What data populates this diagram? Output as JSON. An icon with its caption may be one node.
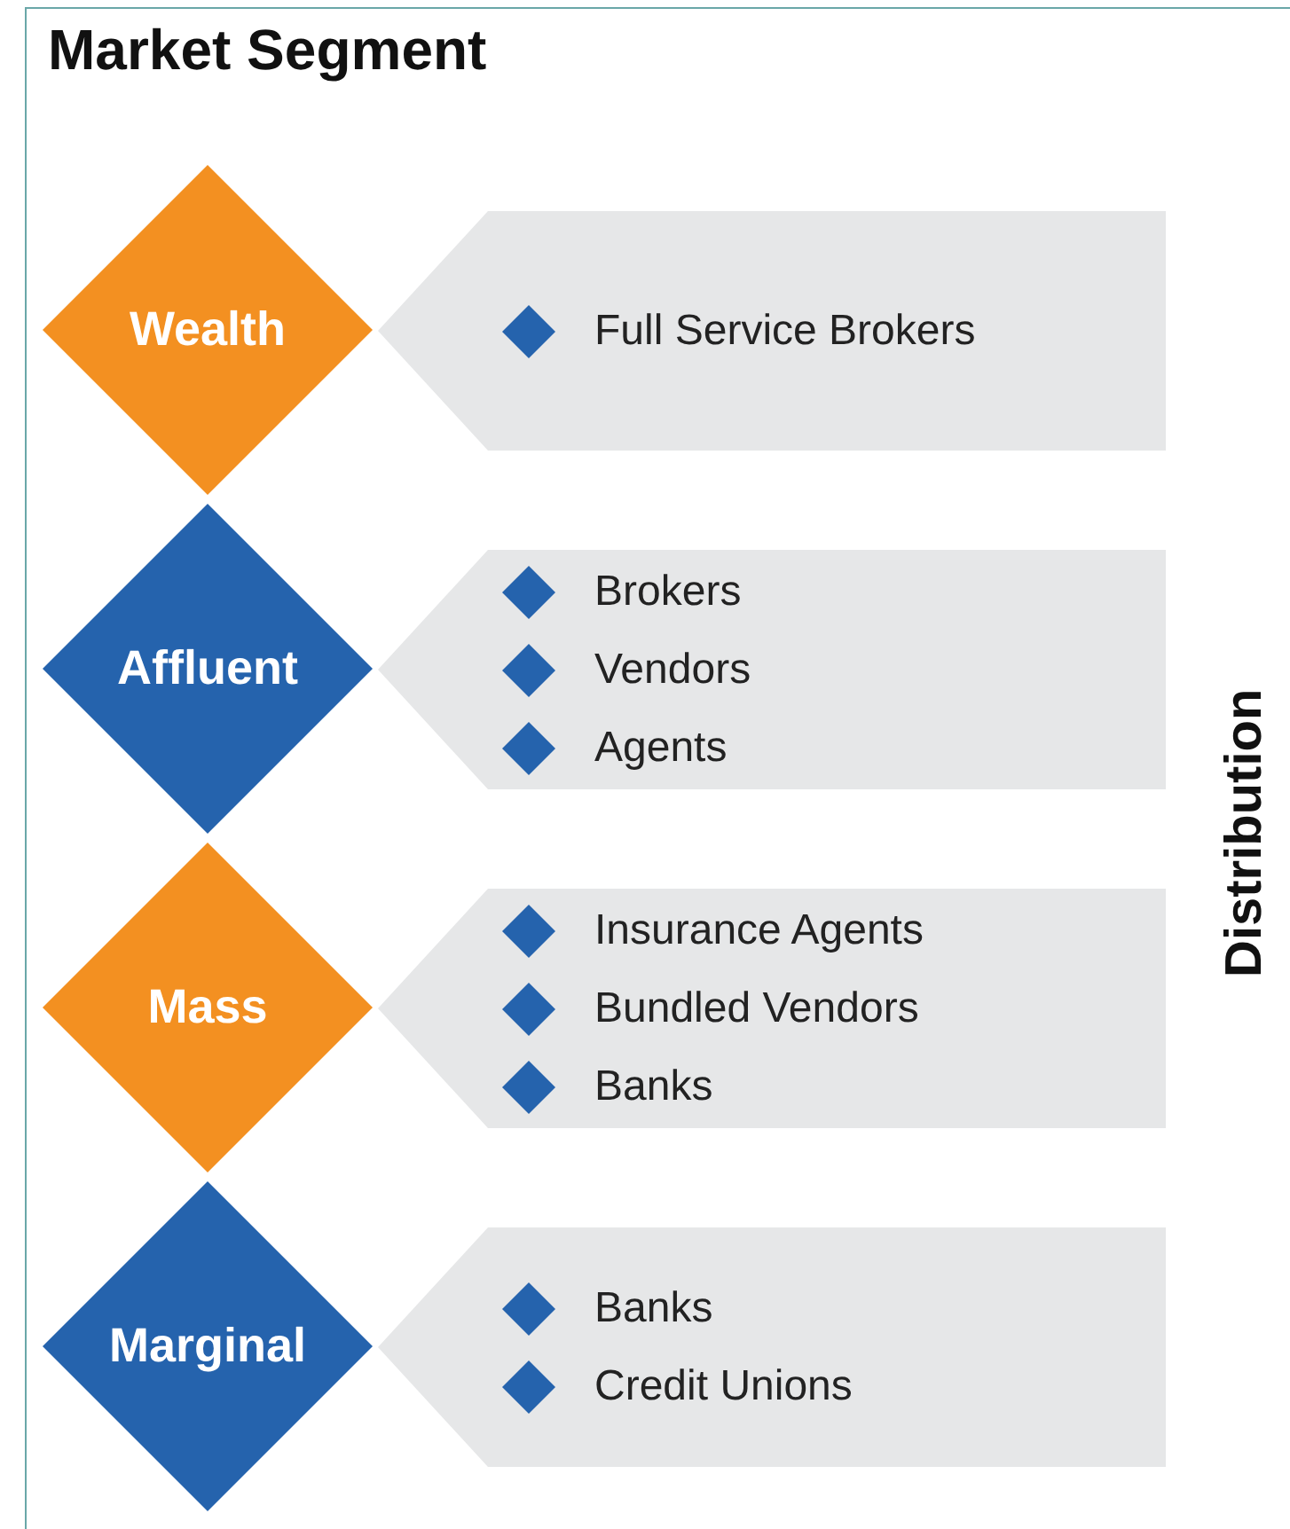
{
  "diagram": {
    "title": "Market Segment",
    "nodes": [
      {
        "text": [
          "Wealth"
        ]
      },
      {
        "text": [
          "Full Service Brokers"
        ]
      },
      {
        "text": [
          "Affluent"
        ]
      },
      {
        "text": [
          "Brokers",
          "Vendors",
          "Agents"
        ]
      },
      {
        "text": [
          "Mass"
        ]
      },
      {
        "text": [
          "Insurance Agents",
          "Bundled Vendors",
          "Banks"
        ]
      },
      {
        "text": [
          "Marginal"
        ]
      },
      {
        "text": [
          "Banks",
          "Credit Unions"
        ]
      }
    ],
    "labels": [
      "Distribution"
    ]
  }
}
